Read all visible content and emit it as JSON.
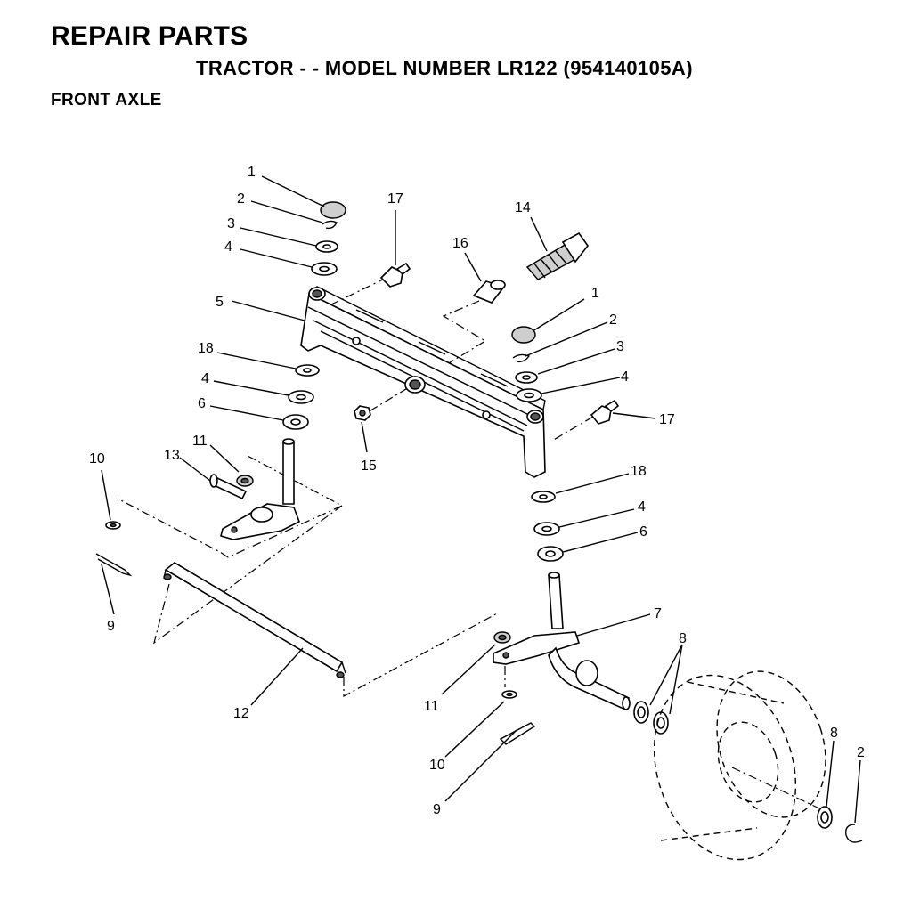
{
  "header": {
    "title": "REPAIR PARTS",
    "subtitle": "TRACTOR - - MODEL NUMBER LR122 (954140105A)",
    "section": "FRONT AXLE"
  },
  "callouts": [
    {
      "id": "c1a",
      "label": "1"
    },
    {
      "id": "c2a",
      "label": "2"
    },
    {
      "id": "c3a",
      "label": "3"
    },
    {
      "id": "c4a",
      "label": "4"
    },
    {
      "id": "c5",
      "label": "5"
    },
    {
      "id": "c18a",
      "label": "18"
    },
    {
      "id": "c4b",
      "label": "4"
    },
    {
      "id": "c6a",
      "label": "6"
    },
    {
      "id": "c17a",
      "label": "17"
    },
    {
      "id": "c16",
      "label": "16"
    },
    {
      "id": "c14",
      "label": "14"
    },
    {
      "id": "c1b",
      "label": "1"
    },
    {
      "id": "c2b",
      "label": "2"
    },
    {
      "id": "c3b",
      "label": "3"
    },
    {
      "id": "c4c",
      "label": "4"
    },
    {
      "id": "c17b",
      "label": "17"
    },
    {
      "id": "c15",
      "label": "15"
    },
    {
      "id": "c11a",
      "label": "11"
    },
    {
      "id": "c13",
      "label": "13"
    },
    {
      "id": "c10a",
      "label": "10"
    },
    {
      "id": "c9a",
      "label": "9"
    },
    {
      "id": "c18b",
      "label": "18"
    },
    {
      "id": "c4d",
      "label": "4"
    },
    {
      "id": "c6b",
      "label": "6"
    },
    {
      "id": "c7",
      "label": "7"
    },
    {
      "id": "c8a",
      "label": "8"
    },
    {
      "id": "c12",
      "label": "12"
    },
    {
      "id": "c11b",
      "label": "11"
    },
    {
      "id": "c10b",
      "label": "10"
    },
    {
      "id": "c9b",
      "label": "9"
    },
    {
      "id": "c8b",
      "label": "8"
    },
    {
      "id": "c2c",
      "label": "2"
    }
  ]
}
